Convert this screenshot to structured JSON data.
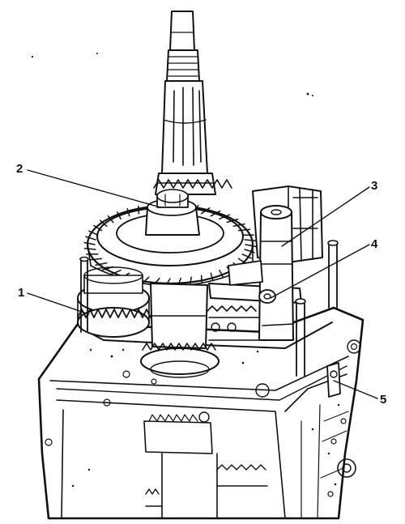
{
  "figure": {
    "callouts": [
      {
        "id": "1",
        "label": "1"
      },
      {
        "id": "2",
        "label": "2"
      },
      {
        "id": "3",
        "label": "3"
      },
      {
        "id": "4",
        "label": "4"
      },
      {
        "id": "5",
        "label": "5"
      }
    ],
    "colors": {
      "ink": "#111111",
      "paper": "#ffffff"
    }
  }
}
